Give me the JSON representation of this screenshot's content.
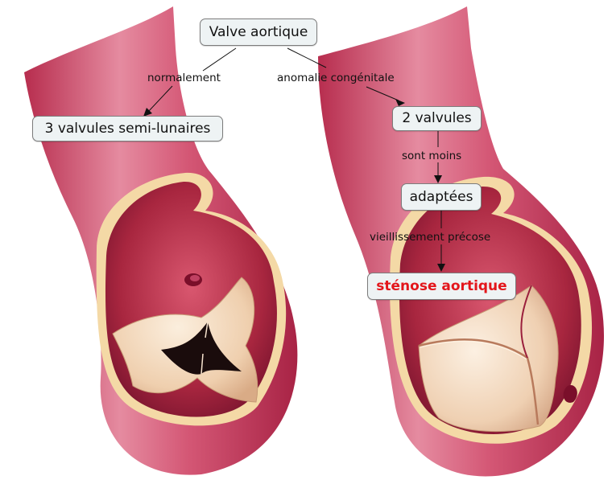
{
  "diagram": {
    "nodes": {
      "root": "Valve aortique",
      "normal": "3 valvules semi-lunaires",
      "bicuspid": "2 valvules",
      "adapted": "adaptées",
      "stenosis": "sténose aortique"
    },
    "edges": {
      "normal": "normalement",
      "congenital": "anomalie congénitale",
      "less": "sont moins",
      "aging": "vieillissement précose"
    },
    "colors": {
      "node_bg": "#eef3f4",
      "node_border": "#7c7c7c",
      "highlight_text": "#e3161b",
      "vessel_outer": "#c23e5c",
      "vessel_inner": "#9a1f3c",
      "rim": "#f4d9a6",
      "leaflet": "#f0d6bb"
    }
  }
}
